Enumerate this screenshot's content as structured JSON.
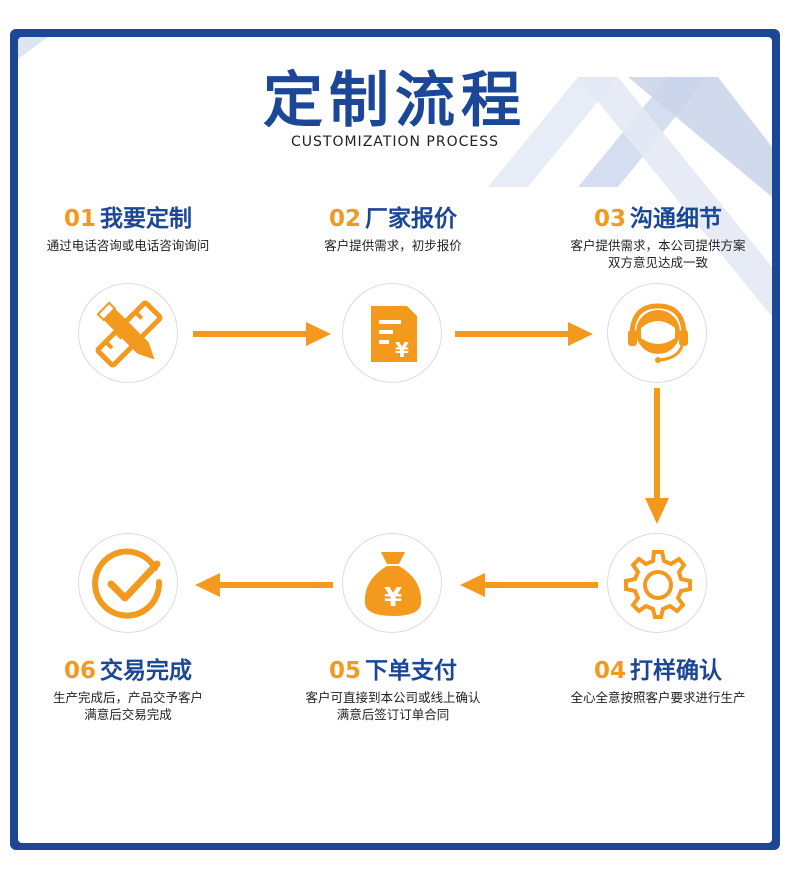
{
  "header": {
    "title": "定制流程",
    "subtitle": "CUSTOMIZATION PROCESS"
  },
  "colors": {
    "frame": "#1c4796",
    "accent": "#f39a1e",
    "title": "#1c4796",
    "text": "#222222"
  },
  "steps": [
    {
      "num": "01",
      "title": "我要定制",
      "desc": [
        "通过电话咨询或电话咨询询问"
      ],
      "icon": "pencil-ruler-icon"
    },
    {
      "num": "02",
      "title": "厂家报价",
      "desc": [
        "客户提供需求，初步报价"
      ],
      "icon": "price-document-icon"
    },
    {
      "num": "03",
      "title": "沟通细节",
      "desc": [
        "客户提供需求，本公司提供方案",
        "双方意见达成一致"
      ],
      "icon": "headset-agent-icon"
    },
    {
      "num": "04",
      "title": "打样确认",
      "desc": [
        "全心全意按照客户要求进行生产"
      ],
      "icon": "gear-icon"
    },
    {
      "num": "05",
      "title": "下单支付",
      "desc": [
        "客户可直接到本公司或线上确认",
        "满意后签订订单合同"
      ],
      "icon": "money-bag-icon"
    },
    {
      "num": "06",
      "title": "交易完成",
      "desc": [
        "生产完成后，产品交予客户",
        "满意后交易完成"
      ],
      "icon": "check-circle-icon"
    }
  ]
}
